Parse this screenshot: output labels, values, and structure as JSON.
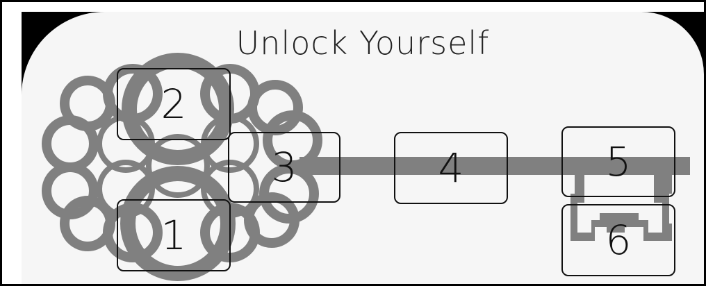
{
  "title": "Unlock Yourself",
  "colors": {
    "piece": "#808080",
    "board": "#f6f6f6",
    "frame": "#000000",
    "outline": "#111111"
  },
  "slots": [
    {
      "id": "1",
      "label": "1"
    },
    {
      "id": "2",
      "label": "2"
    },
    {
      "id": "3",
      "label": "3"
    },
    {
      "id": "4",
      "label": "4"
    },
    {
      "id": "5",
      "label": "5"
    },
    {
      "id": "6",
      "label": "6"
    }
  ]
}
